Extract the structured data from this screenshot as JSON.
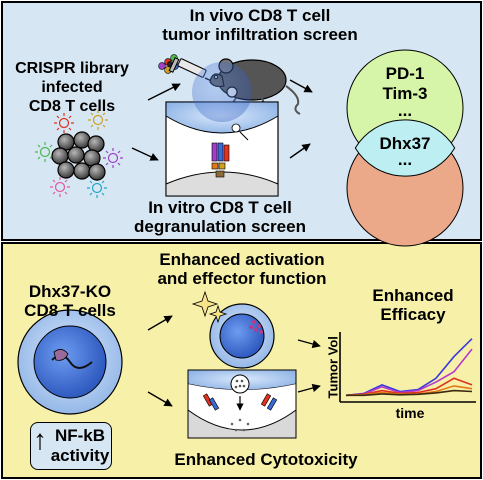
{
  "top": {
    "title_line1": "In vivo CD8 T cell",
    "title_line2": "tumor infiltration screen",
    "library_line1": "CRISPR library",
    "library_line2": "infected",
    "library_line3": "CD8 T cells",
    "invitro_line1": "In vitro CD8 T cell",
    "invitro_line2": "degranulation screen",
    "venn_top_line1": "PD-1",
    "venn_top_line2": "Tim-3",
    "venn_top_line3": "...",
    "venn_mid_line1": "Dhx37",
    "venn_mid_line2": "..."
  },
  "bottom": {
    "ko_line1": "Dhx37-KO",
    "ko_line2": "CD8 T cells",
    "activation_line1": "Enhanced activation",
    "activation_line2": "and effector function",
    "nfkb_arrow": "↑",
    "nfkb_line1": "NF-kB",
    "nfkb_line2": "activity",
    "efficacy_line1": "Enhanced",
    "efficacy_line2": "Efficacy",
    "cytotoxicity": "Enhanced Cytotoxicity"
  },
  "chart_data": {
    "type": "line",
    "xlabel": "time",
    "ylabel": "Tumor Vol",
    "x": [
      0,
      1,
      2,
      3,
      4,
      5,
      6,
      7
    ],
    "series": [
      {
        "values": [
          1,
          1.4,
          3.2,
          1.8,
          2.2,
          4.6,
          9.2,
          13.0
        ]
      },
      {
        "values": [
          1,
          1.3,
          2.8,
          1.6,
          2.0,
          3.8,
          6.0,
          10.8
        ]
      },
      {
        "values": [
          1,
          1.2,
          2.0,
          1.4,
          1.6,
          2.4,
          4.6,
          3.2
        ]
      },
      {
        "values": [
          1,
          1.1,
          1.6,
          1.2,
          1.3,
          1.8,
          3.0,
          2.4
        ]
      },
      {
        "values": [
          1,
          1.0,
          1.3,
          1.1,
          1.2,
          1.5,
          2.0,
          1.8
        ]
      }
    ],
    "colors": [
      "#3a3ae0",
      "#b53ac8",
      "#e0321e",
      "#e07a18",
      "#3a2a10"
    ],
    "ylim": [
      0,
      14
    ]
  },
  "colors": {
    "top_panel": "#d6e6f2",
    "bottom_panel": "#f7f0a8",
    "venn_top": "#d6f5a8",
    "venn_bottom": "#eba98a",
    "venn_overlap": "#bdeef2",
    "cell_blue": "#4a74d6",
    "cell_light": "#a9c8ee"
  }
}
